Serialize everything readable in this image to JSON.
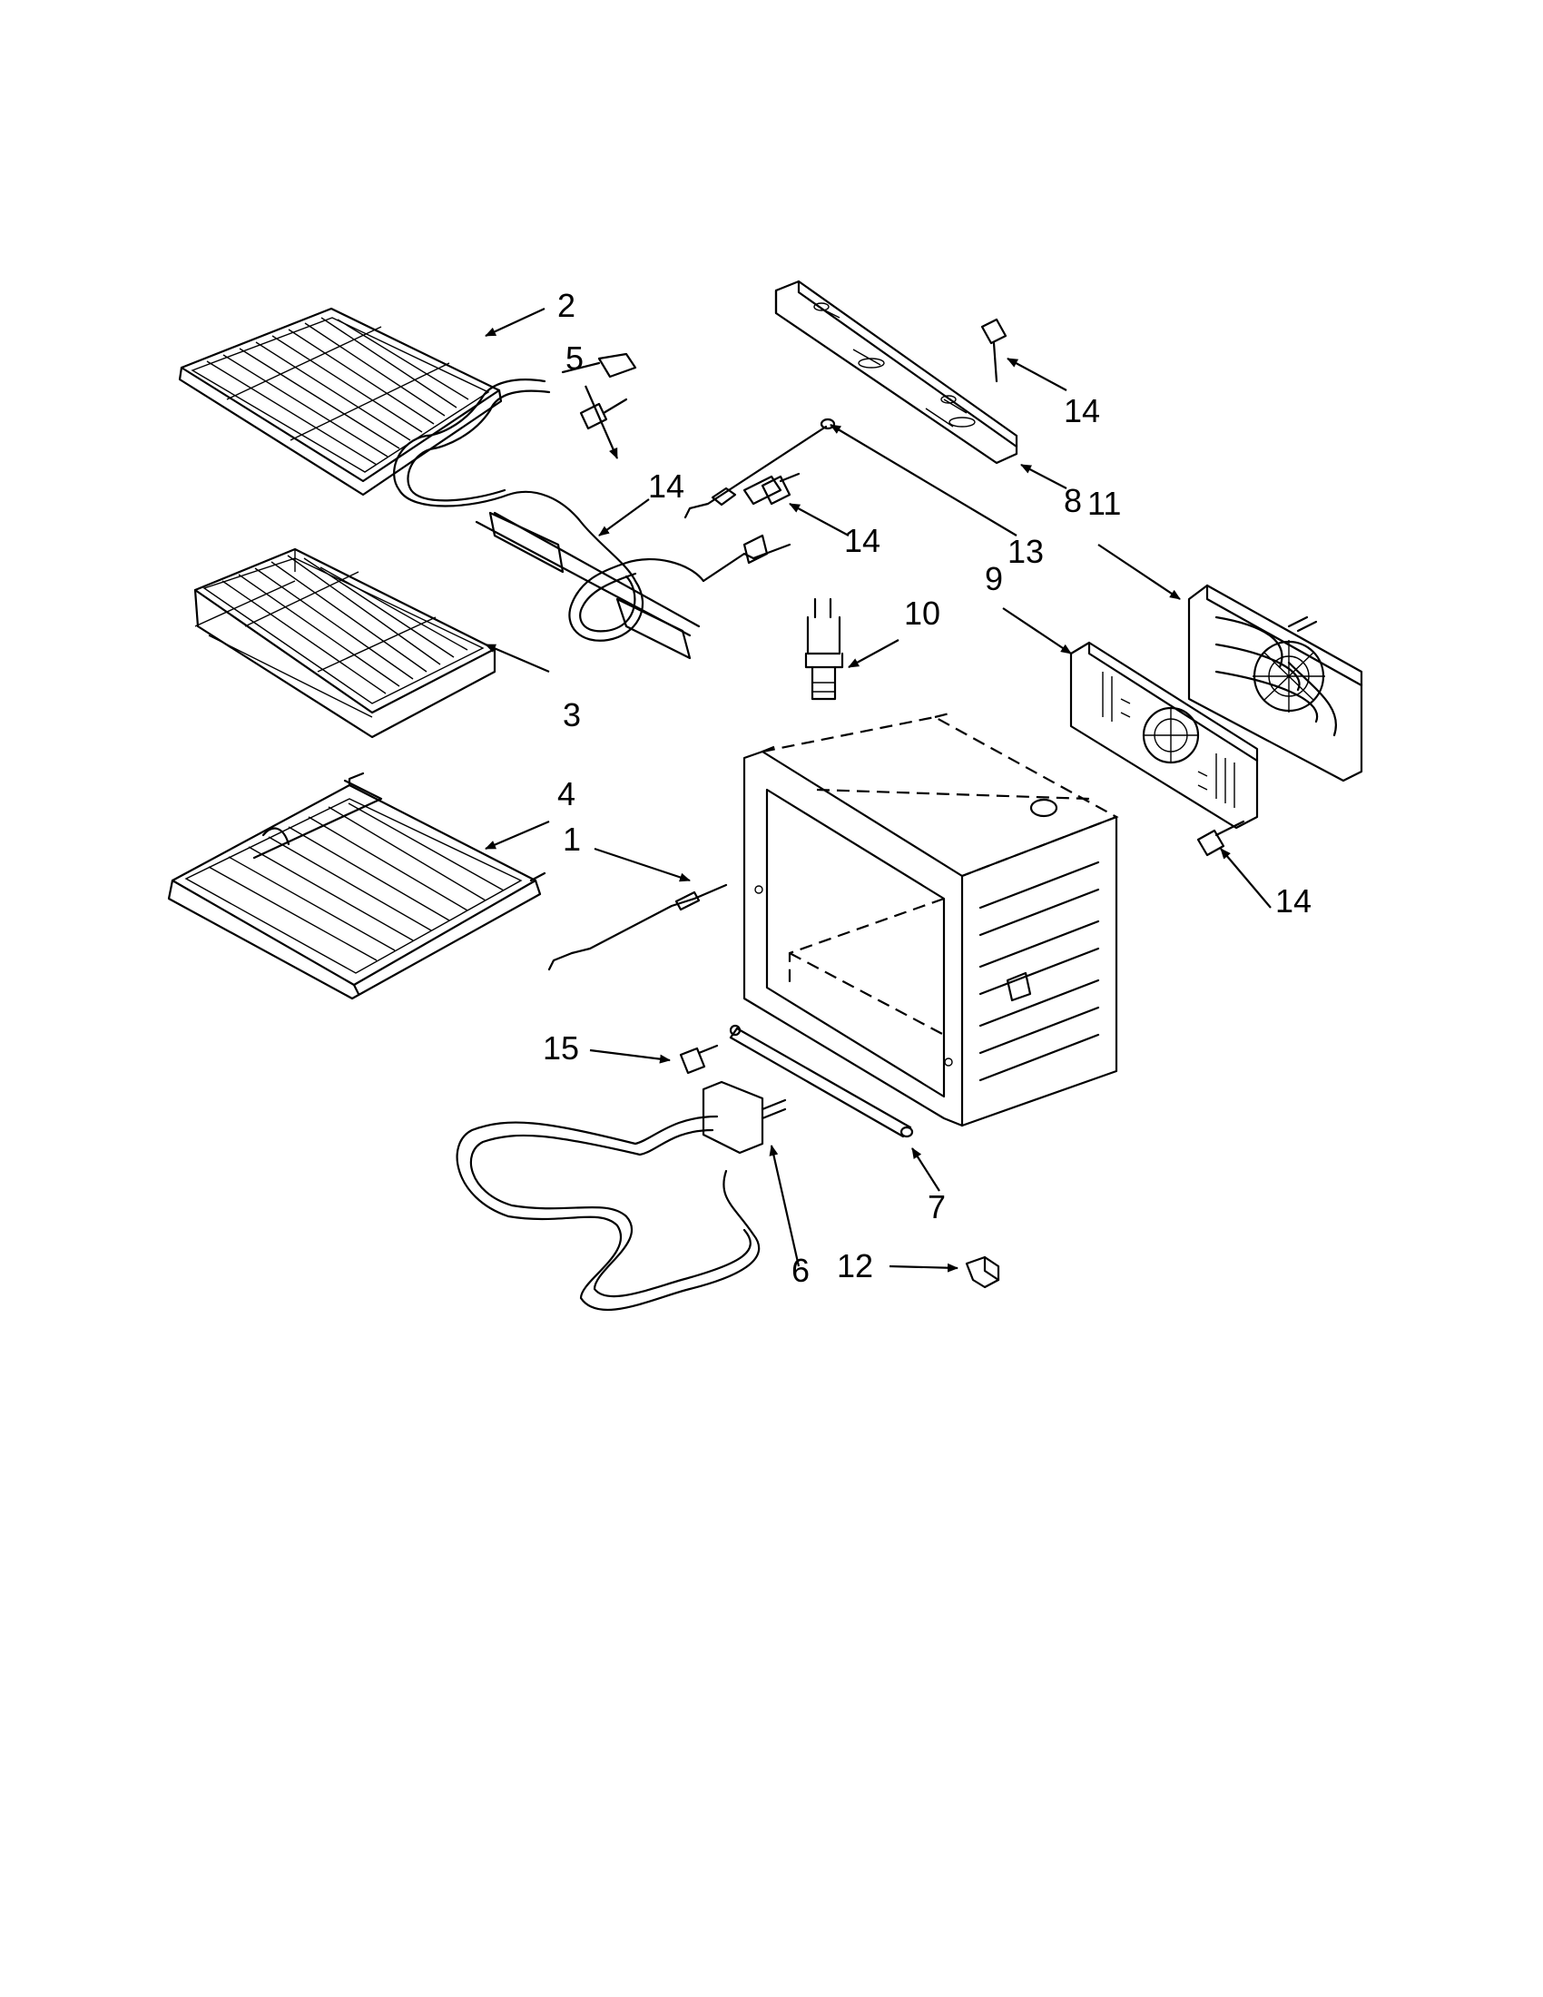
{
  "callouts": {
    "c1": "1",
    "c2": "2",
    "c3": "3",
    "c4": "4",
    "c5": "5",
    "c6": "6",
    "c7": "7",
    "c8": "8",
    "c9": "9",
    "c10": "10",
    "c11": "11",
    "c12": "12",
    "c13": "13",
    "c14a": "14",
    "c14b": "14",
    "c14c": "14",
    "c14d": "14",
    "c15": "15"
  },
  "colors": {
    "line": "#000000",
    "background": "#ffffff"
  }
}
